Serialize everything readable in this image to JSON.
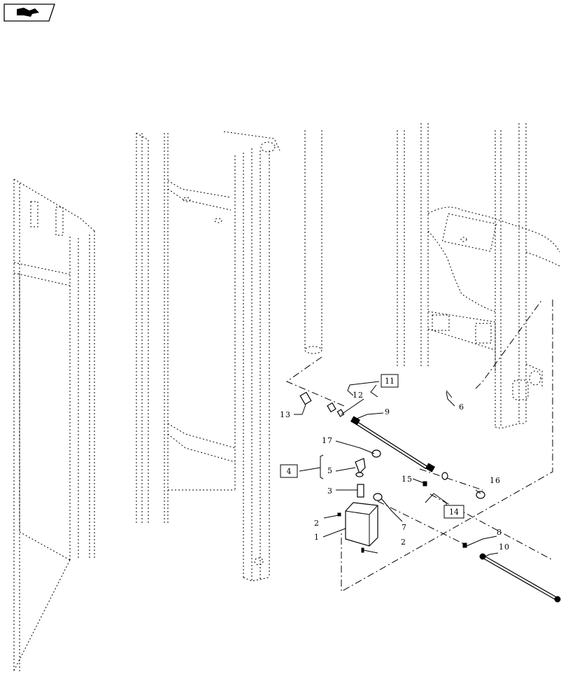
{
  "nav": {
    "icon": "page-return-icon"
  },
  "callouts": {
    "c1": "1",
    "c2a": "2",
    "c2b": "2",
    "c3": "3",
    "c5": "5",
    "c6": "6",
    "c7": "7",
    "c8": "8",
    "c9": "9",
    "c10": "10",
    "c12": "12",
    "c13": "13",
    "c15": "15",
    "c16": "16",
    "c17": "17"
  },
  "boxed_callouts": {
    "b4": "4",
    "b11": "11",
    "b14": "14"
  }
}
